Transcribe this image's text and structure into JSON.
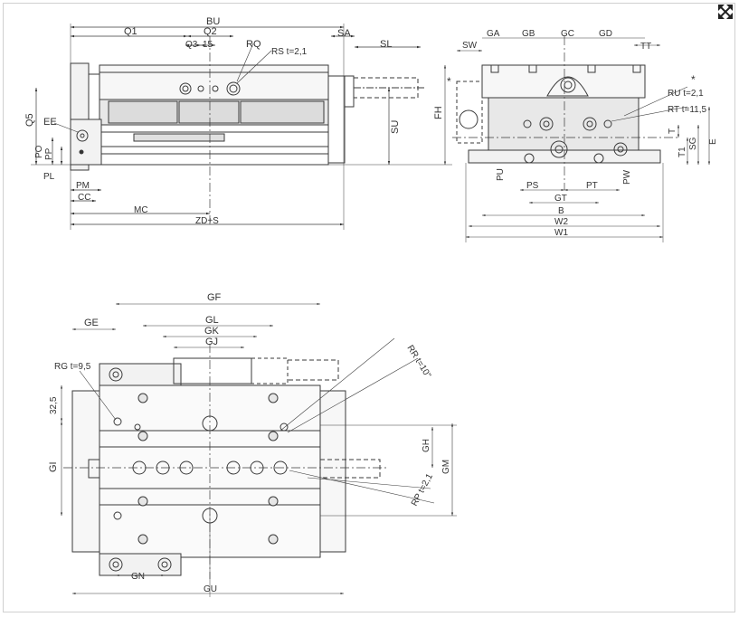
{
  "viewer": {
    "expand_icon": "expand-arrows-icon",
    "line_color": "#3a3a3a",
    "fill_color": "#e6e6e6"
  },
  "labels": {
    "BU": "BU",
    "Q1": "Q1",
    "Q2": "Q2",
    "Q3": "Q3",
    "n15": "15",
    "RQ": "RQ",
    "RS": "RS t=2,1",
    "SA": "SA",
    "SL": "SL",
    "Q5": "Q5",
    "EE": "EE",
    "PO": "PO",
    "PP": "PP",
    "PL": "PL",
    "PM": "PM",
    "CC": "CC",
    "MC": "MC",
    "ZDS": "ZD+S",
    "SU": "SU",
    "SW": "SW",
    "GA": "GA",
    "GB": "GB",
    "GC": "GC",
    "GD": "GD",
    "TT": "TT",
    "FH": "FH",
    "star1": "*",
    "star2": "*",
    "RU": "RU t=2,1",
    "RT": "RT t=11,5",
    "T": "T",
    "T1": "T1",
    "SG": "SG",
    "E": "E",
    "PU": "PU",
    "PS": "PS",
    "PT": "PT",
    "PW": "PW",
    "GT": "GT",
    "B": "B",
    "W2": "W2",
    "W1": "W1",
    "GF": "GF",
    "GE": "GE",
    "GL": "GL",
    "GK": "GK",
    "GJ": "GJ",
    "RG": "RG t=9,5",
    "RR": "RR t=10\"",
    "n325": "32,5",
    "GI": "GI",
    "GH": "GH",
    "GM": "GM",
    "RP": "RP t=2,1",
    "GN": "GN",
    "GU": "GU"
  }
}
